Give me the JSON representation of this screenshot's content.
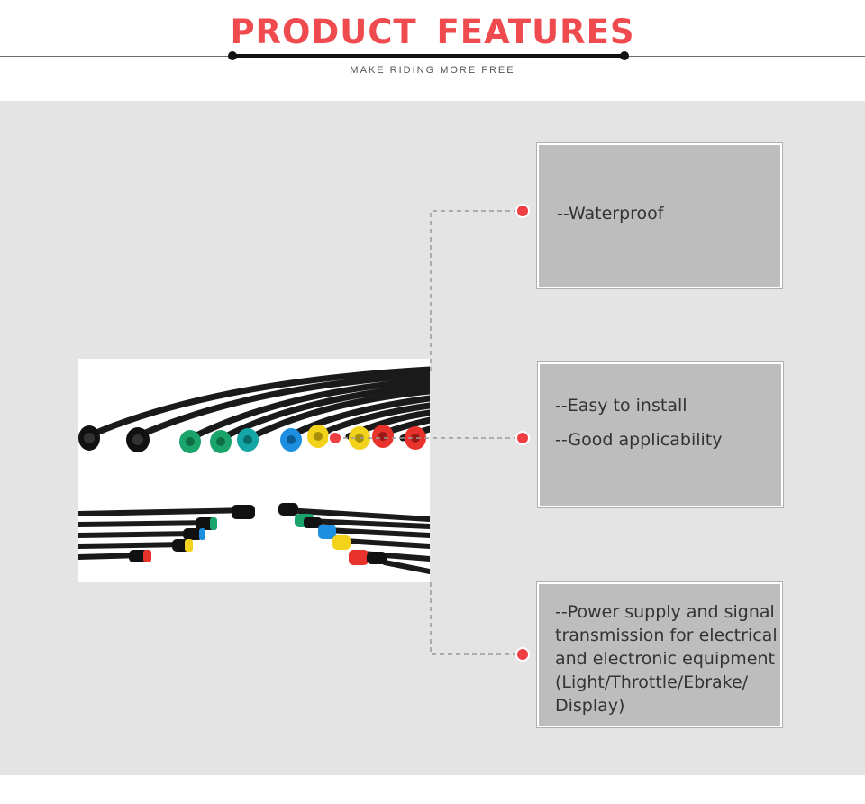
{
  "header": {
    "title": "PRODUCT  FEATURES",
    "subtitle": "MAKE RIDING MORE FREE"
  },
  "features": [
    {
      "lines": [
        "--Waterproof"
      ]
    },
    {
      "lines": [
        "--Easy to install",
        "--Good applicability"
      ]
    },
    {
      "lines": [
        "--Power supply and signal\ntransmission for electrical\nand electronic equipment\n(Light/Throttle/Ebrake/\nDisplay)"
      ]
    }
  ],
  "colors": {
    "accent_red": "#ef4a4e",
    "panel_grey": "#e4e4e4",
    "box_grey": "#bdbdbd",
    "connector_colors": [
      "#1b1b1b",
      "#1b1b1b",
      "#1aa36b",
      "#1aa36b",
      "#14a5a5",
      "#1d8fe0",
      "#f2d21b",
      "#f2d21b",
      "#e8322c",
      "#e8322c"
    ]
  },
  "image": {
    "name": "ebike-waterproof-connector-cables-photo"
  }
}
